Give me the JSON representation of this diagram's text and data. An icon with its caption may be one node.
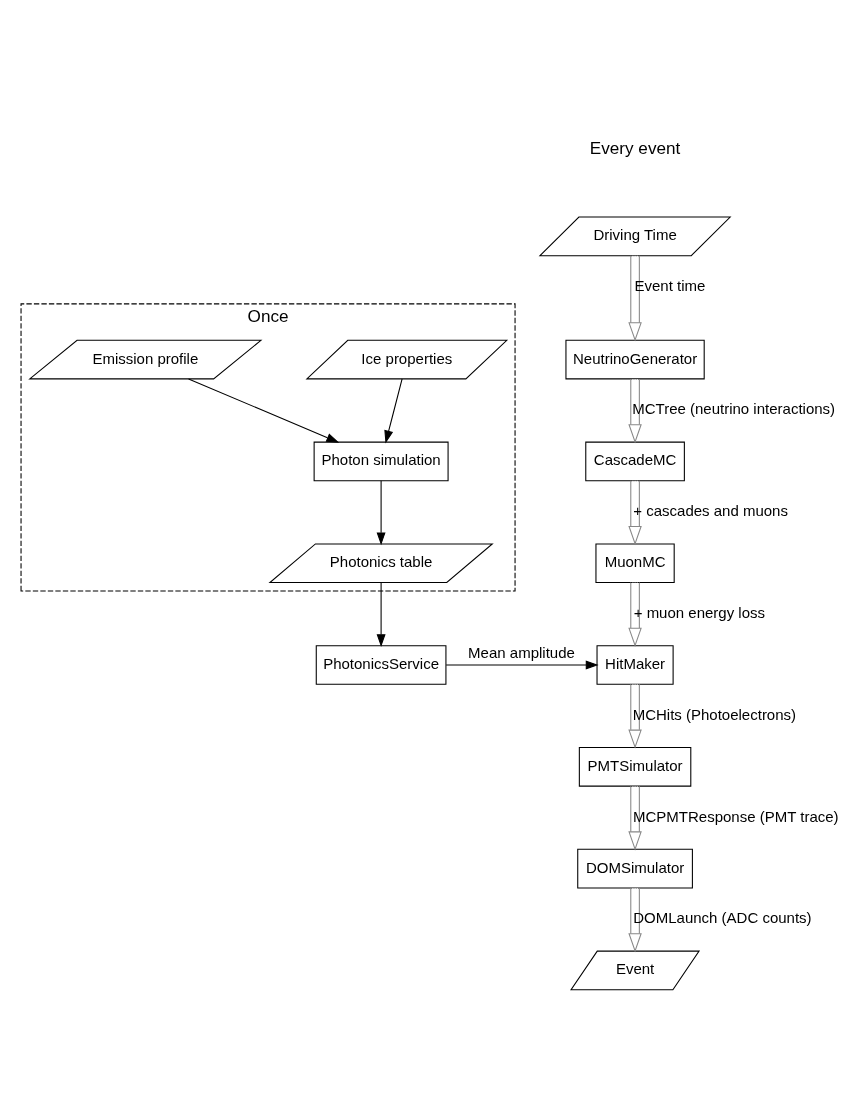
{
  "diagram": {
    "nodes": [
      {
        "text": [
          "Once"
        ]
      },
      {
        "text": [
          "Ice properties"
        ],
        "in": 0
      },
      {
        "text": [
          "Emission profile"
        ],
        "in": 0
      },
      {
        "text": [
          "Photon simulation"
        ],
        "in": 0
      },
      {
        "text": [
          "Photonics table"
        ],
        "in": 0
      },
      {
        "text": [
          "PhotonicsService"
        ]
      },
      {
        "text": [
          "Driving Time"
        ]
      },
      {
        "text": [
          "NeutrinoGenerator"
        ]
      },
      {
        "text": [
          "CascadeMC"
        ]
      },
      {
        "text": [
          "MuonMC"
        ]
      },
      {
        "text": [
          "HitMaker"
        ]
      },
      {
        "text": [
          "PMTSimulator"
        ]
      },
      {
        "text": [
          "DOMSimulator"
        ]
      },
      {
        "text": [
          "Event"
        ]
      }
    ],
    "edges": [
      {
        "from": 1,
        "to": 3,
        "arrow": "to",
        "color": "#000000"
      },
      {
        "from": 2,
        "to": 3,
        "arrow": "to",
        "color": "#000000"
      },
      {
        "from": 3,
        "to": 4,
        "arrow": "to",
        "color": "#000000"
      },
      {
        "from": 4,
        "to": 5,
        "arrow": "to",
        "color": "#000000"
      },
      {
        "from": 5,
        "to": 10,
        "arrow": "to",
        "label": "Mean amplitude",
        "color": "#000000"
      },
      {
        "from": 6,
        "to": 7,
        "arrow": "to",
        "label": "Event time"
      },
      {
        "from": 7,
        "to": 8,
        "arrow": "to",
        "label": "MCTree (neutrino interactions)"
      },
      {
        "from": 8,
        "to": 9,
        "arrow": "to",
        "label": "+ cascades and muons"
      },
      {
        "from": 9,
        "to": 10,
        "arrow": "to",
        "label": "+ muon energy loss"
      },
      {
        "from": 10,
        "to": 11,
        "arrow": "to",
        "label": "MCHits (Photoelectrons)"
      },
      {
        "from": 11,
        "to": 12,
        "arrow": "to",
        "label": "MCPMTResponse (PMT trace)"
      },
      {
        "from": 12,
        "to": 13,
        "arrow": "to",
        "label": "DOMLaunch (ADC counts)"
      }
    ],
    "labels": [
      "Every event"
    ]
  }
}
